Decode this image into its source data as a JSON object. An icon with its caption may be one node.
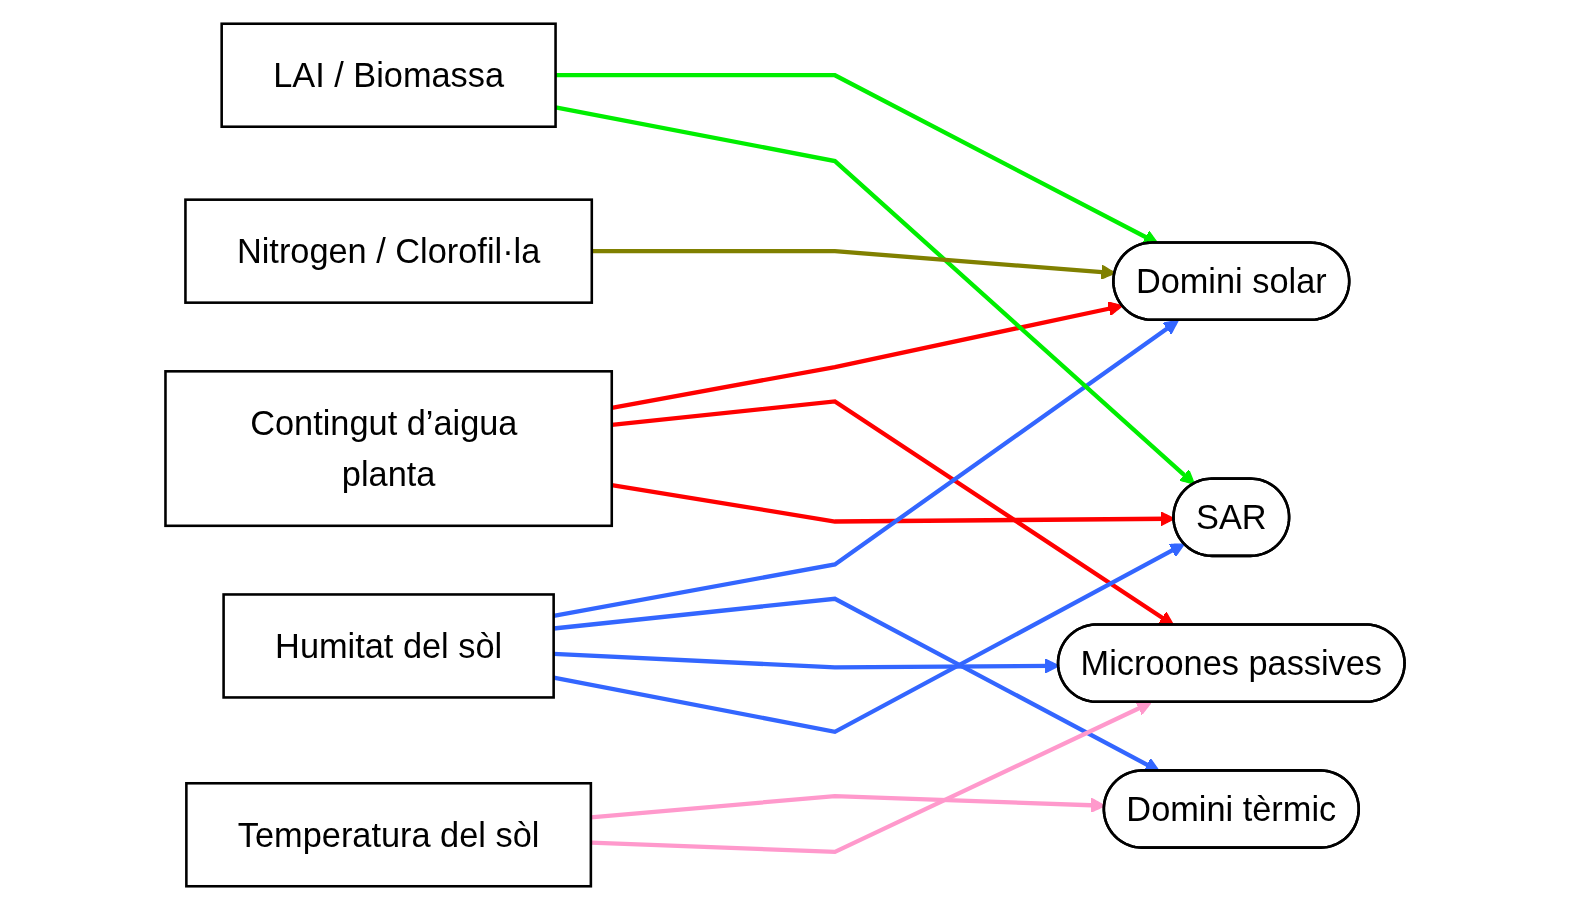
{
  "diagram": {
    "nodes": [
      {
        "text": [
          "Contingut d’aigua planta"
        ]
      },
      {
        "text": [
          "Humitat del sòl"
        ]
      },
      {
        "text": [
          "Temperatura del sòl"
        ]
      },
      {
        "text": [
          "LAI / Biomassa"
        ]
      },
      {
        "text": [
          "Nitrogen / Clorofil·la"
        ]
      },
      {
        "text": [
          "SAR"
        ]
      },
      {
        "text": [
          "Microones passives"
        ]
      },
      {
        "text": [
          "Domini tèrmic"
        ]
      },
      {
        "text": [
          "Domini solar"
        ]
      }
    ],
    "edges": [
      {
        "from": 0,
        "to": 5,
        "arrow": "to",
        "color": "#ff0000"
      },
      {
        "from": 0,
        "to": 6,
        "arrow": "to",
        "color": "#ff0000"
      },
      {
        "from": 0,
        "to": 8,
        "arrow": "to",
        "color": "#ff0000"
      },
      {
        "from": 1,
        "to": 5,
        "arrow": "to",
        "color": "#3366ff"
      },
      {
        "from": 1,
        "to": 6,
        "arrow": "to",
        "color": "#3366ff"
      },
      {
        "from": 1,
        "to": 7,
        "arrow": "to",
        "color": "#3366ff"
      },
      {
        "from": 1,
        "to": 8,
        "arrow": "to",
        "color": "#3366ff"
      },
      {
        "from": 2,
        "to": 6,
        "arrow": "to",
        "color": "#ff99cc"
      },
      {
        "from": 2,
        "to": 7,
        "arrow": "to",
        "color": "#ff99cc"
      },
      {
        "from": 3,
        "to": 5,
        "arrow": "to",
        "color": "#00ee00"
      },
      {
        "from": 3,
        "to": 8,
        "arrow": "to",
        "color": "#00ee00"
      },
      {
        "from": 4,
        "to": 8,
        "arrow": "to",
        "color": "#808000"
      }
    ]
  }
}
